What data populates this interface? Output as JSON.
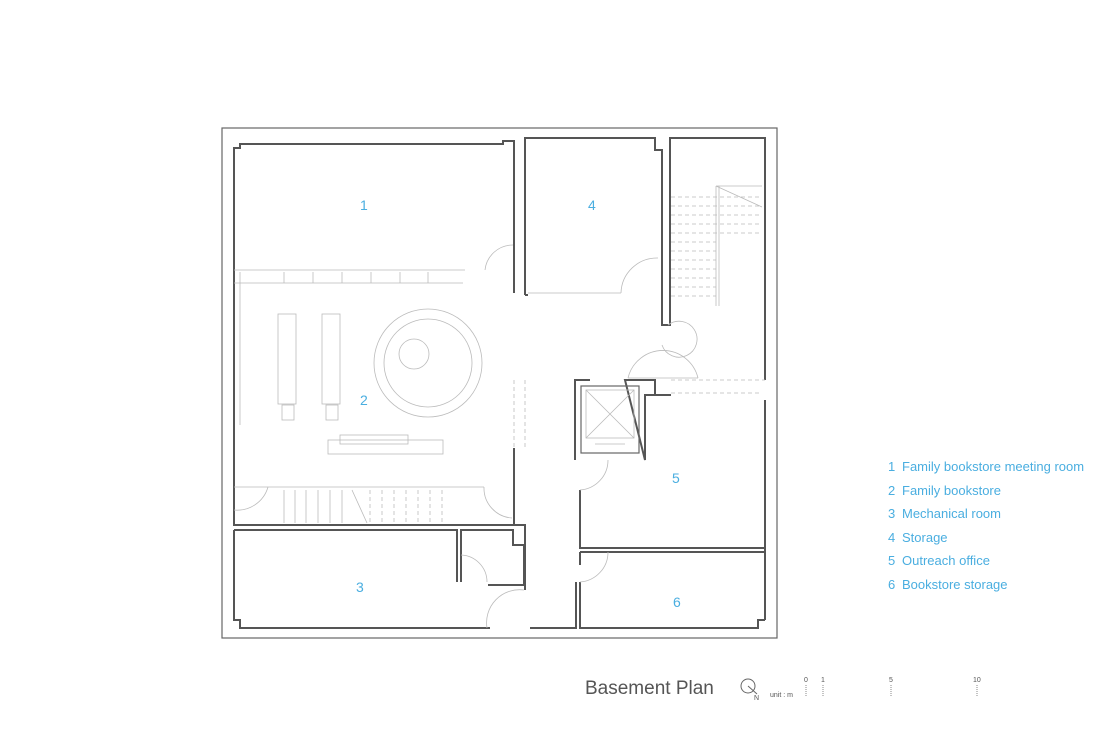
{
  "plan": {
    "title": "Basement Plan",
    "unit_label": "unit : m",
    "north_label": "N",
    "scale_ticks": [
      "0",
      "1",
      "5",
      "10"
    ],
    "room_numbers": [
      "1",
      "2",
      "3",
      "4",
      "5",
      "6"
    ],
    "label_color": "#4aaee0"
  },
  "legend": [
    {
      "num": "1",
      "name": "Family bookstore meeting room"
    },
    {
      "num": "2",
      "name": "Family bookstore"
    },
    {
      "num": "3",
      "name": "Mechanical room"
    },
    {
      "num": "4",
      "name": "Storage"
    },
    {
      "num": "5",
      "name": "Outreach office"
    },
    {
      "num": "6",
      "name": "Bookstore storage"
    }
  ]
}
